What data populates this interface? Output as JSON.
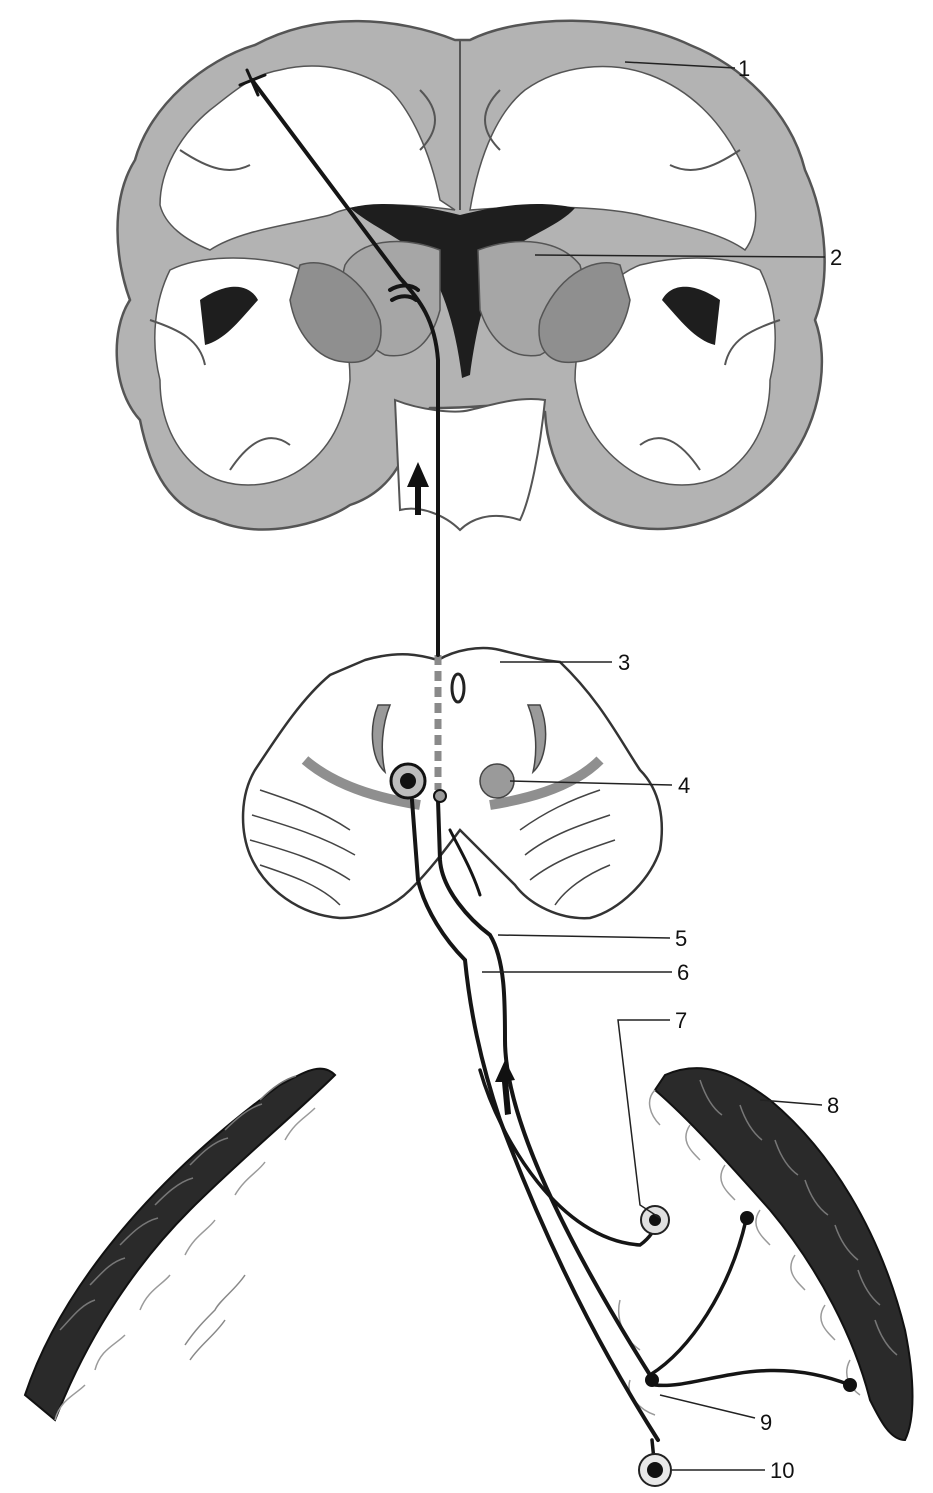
{
  "labels": [
    {
      "key": "1",
      "text": "1"
    },
    {
      "key": "2",
      "text": "2"
    },
    {
      "key": "3",
      "text": "3"
    },
    {
      "key": "4",
      "text": "4"
    },
    {
      "key": "5",
      "text": "5"
    },
    {
      "key": "6",
      "text": "6"
    },
    {
      "key": "7",
      "text": "7"
    },
    {
      "key": "8",
      "text": "8"
    },
    {
      "key": "9",
      "text": "9"
    },
    {
      "key": "10",
      "text": "10"
    }
  ],
  "colors": {
    "cortex_gray": "#b3b3b3",
    "nucleus_gray": "#8f8f8f",
    "ventricle": "#1e1e1e",
    "fiber": "#151515",
    "background": "#ffffff"
  },
  "icons": [
    "up-arrow-icon",
    "up-arrow-icon"
  ]
}
